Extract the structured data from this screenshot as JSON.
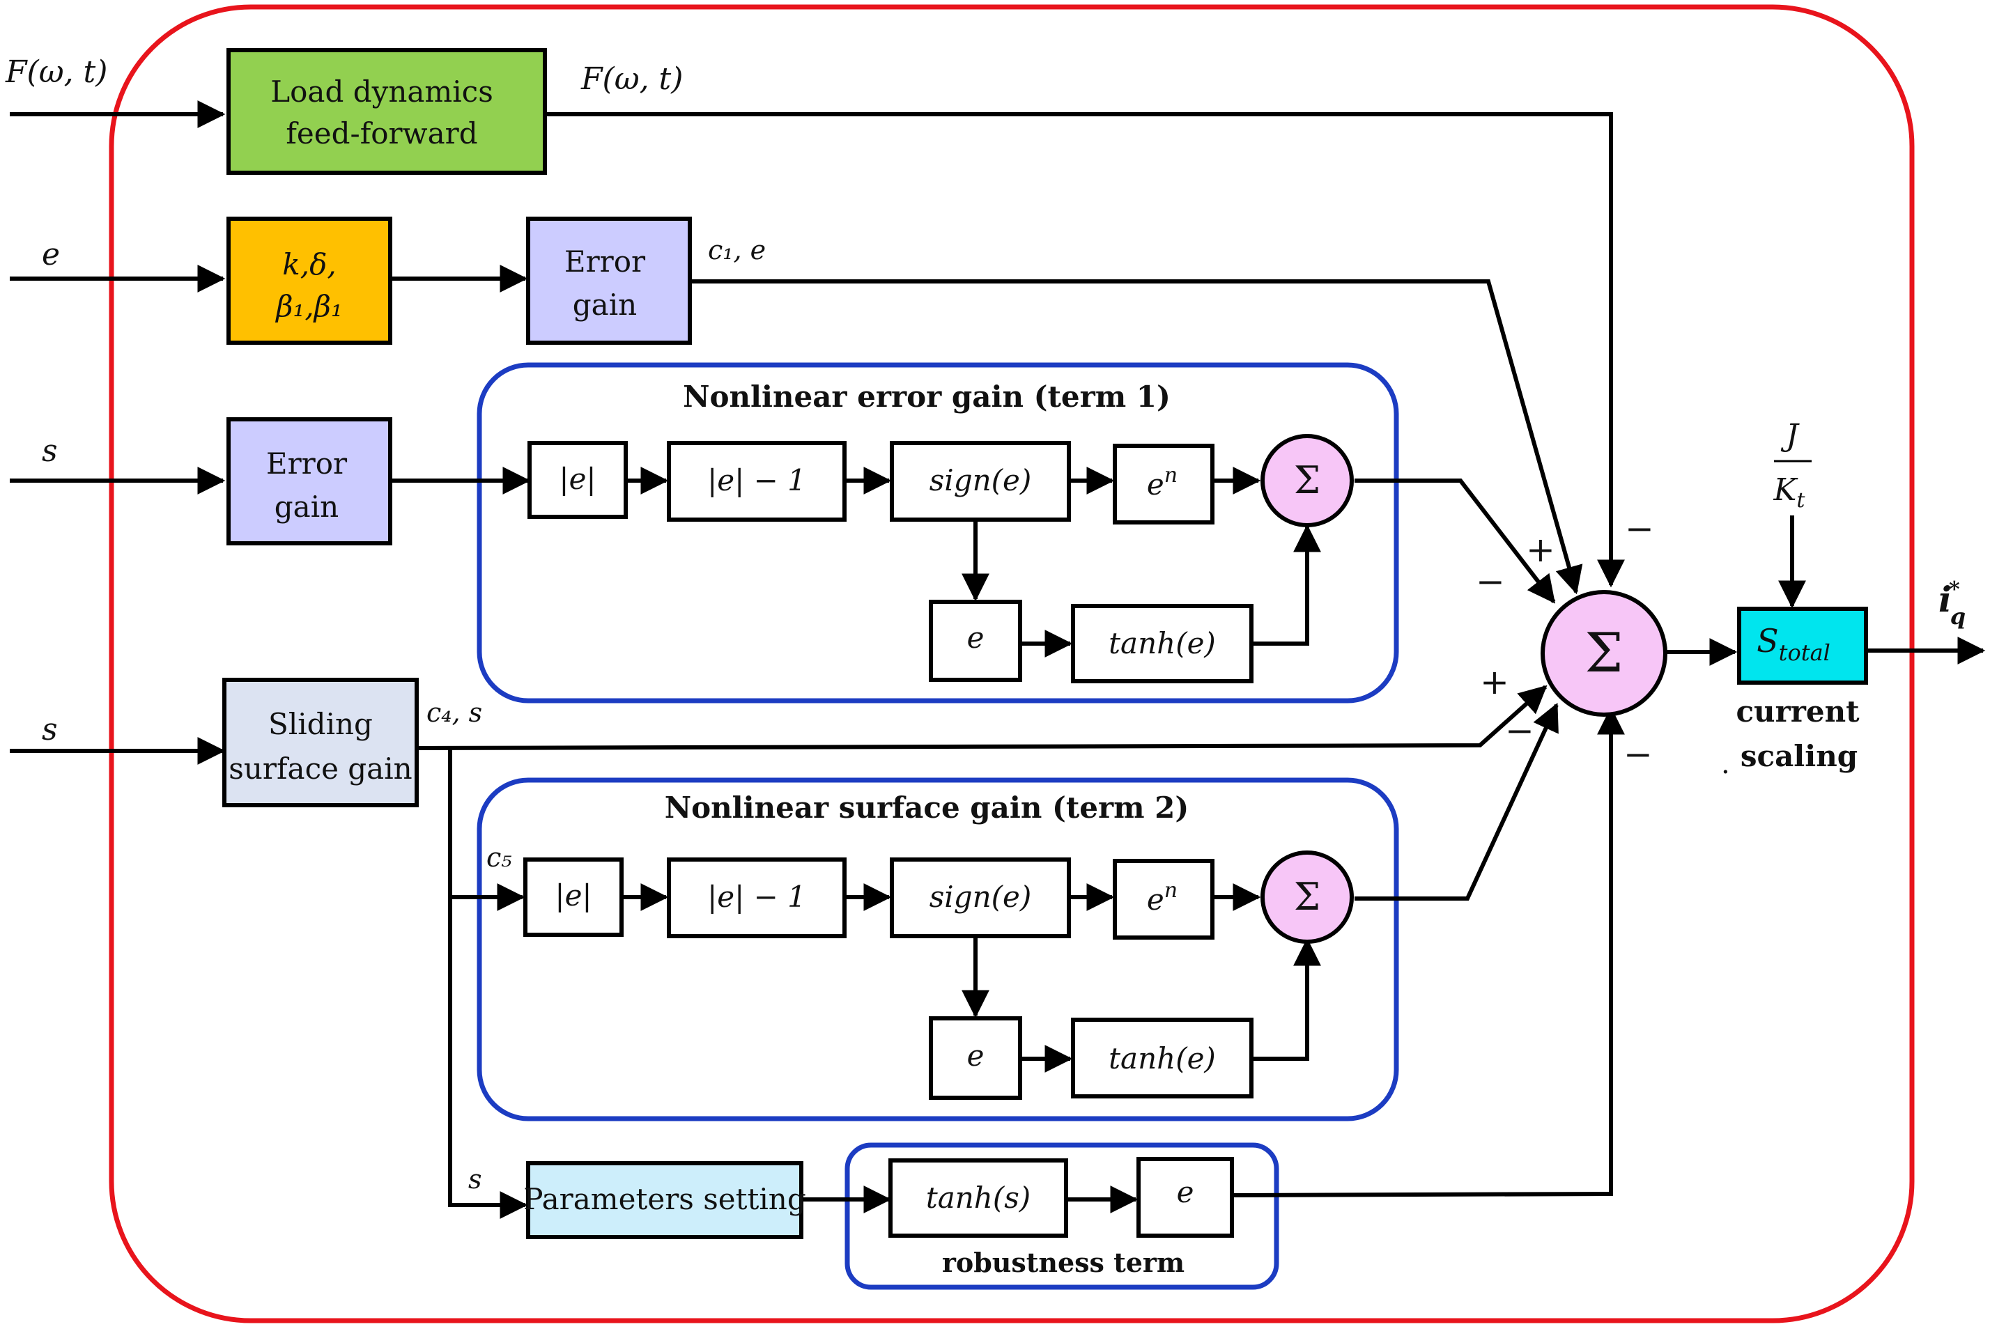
{
  "inputs": {
    "f_in": "F(ω, t)",
    "e_in": "e",
    "s_in1": "s",
    "s_in2": "s"
  },
  "blocks": {
    "load_l1": "Load dynamics",
    "load_l2": "feed-forward",
    "kdelta_l1": "k,δ,",
    "kdelta_l2": "β₁,β₁",
    "errgain1_l1": "Error",
    "errgain1_l2": "gain",
    "errgain2_l1": "Error",
    "errgain2_l2": "gain",
    "sliding_l1": "Sliding",
    "sliding_l2": "surface gain",
    "params": "Parameters setting",
    "stotal": "S",
    "stotal_sub": "total"
  },
  "groups": {
    "term1": "Nonlinear error gain (term 1)",
    "term2": "Nonlinear surface gain (term 2)",
    "robust": "robustness term"
  },
  "ops": {
    "abs_e": "|e|",
    "abs_e_minus1": "|e| − 1",
    "sign_e": "sign(e)",
    "e_pow": "e",
    "e_pow_sup": "n",
    "e_plain": "e",
    "tanh_e": "tanh(e)",
    "tanh_s": "tanh(s)",
    "sigma": "Σ"
  },
  "labels": {
    "f_out": "F(ω, t)",
    "c1e": "c₁, e",
    "c4s": "c₄, s",
    "c5": "c₅",
    "s_small": "s",
    "j": "J",
    "kt": "K",
    "kt_sub": "t",
    "iq": "i",
    "iq_sub": "q",
    "iq_sup": "*",
    "current": "current",
    "scaling": "scaling",
    "dot": "."
  },
  "signs": {
    "plus_a": "+",
    "minus_a": "−",
    "minus_top": "−",
    "plus_b": "+",
    "minus_b": "−",
    "minus_bottom": "−"
  },
  "colors": {
    "outer_border": "#e8141c",
    "group_border": "#1c3cc2",
    "load_fill": "#92d050",
    "kdelta_fill": "#ffc000",
    "errgain_fill": "#ccccff",
    "sliding_fill": "#dce3f2",
    "params_fill": "#cdeefb",
    "sum_fill": "#f7c6f7",
    "stotal_fill": "#00e5ee"
  }
}
